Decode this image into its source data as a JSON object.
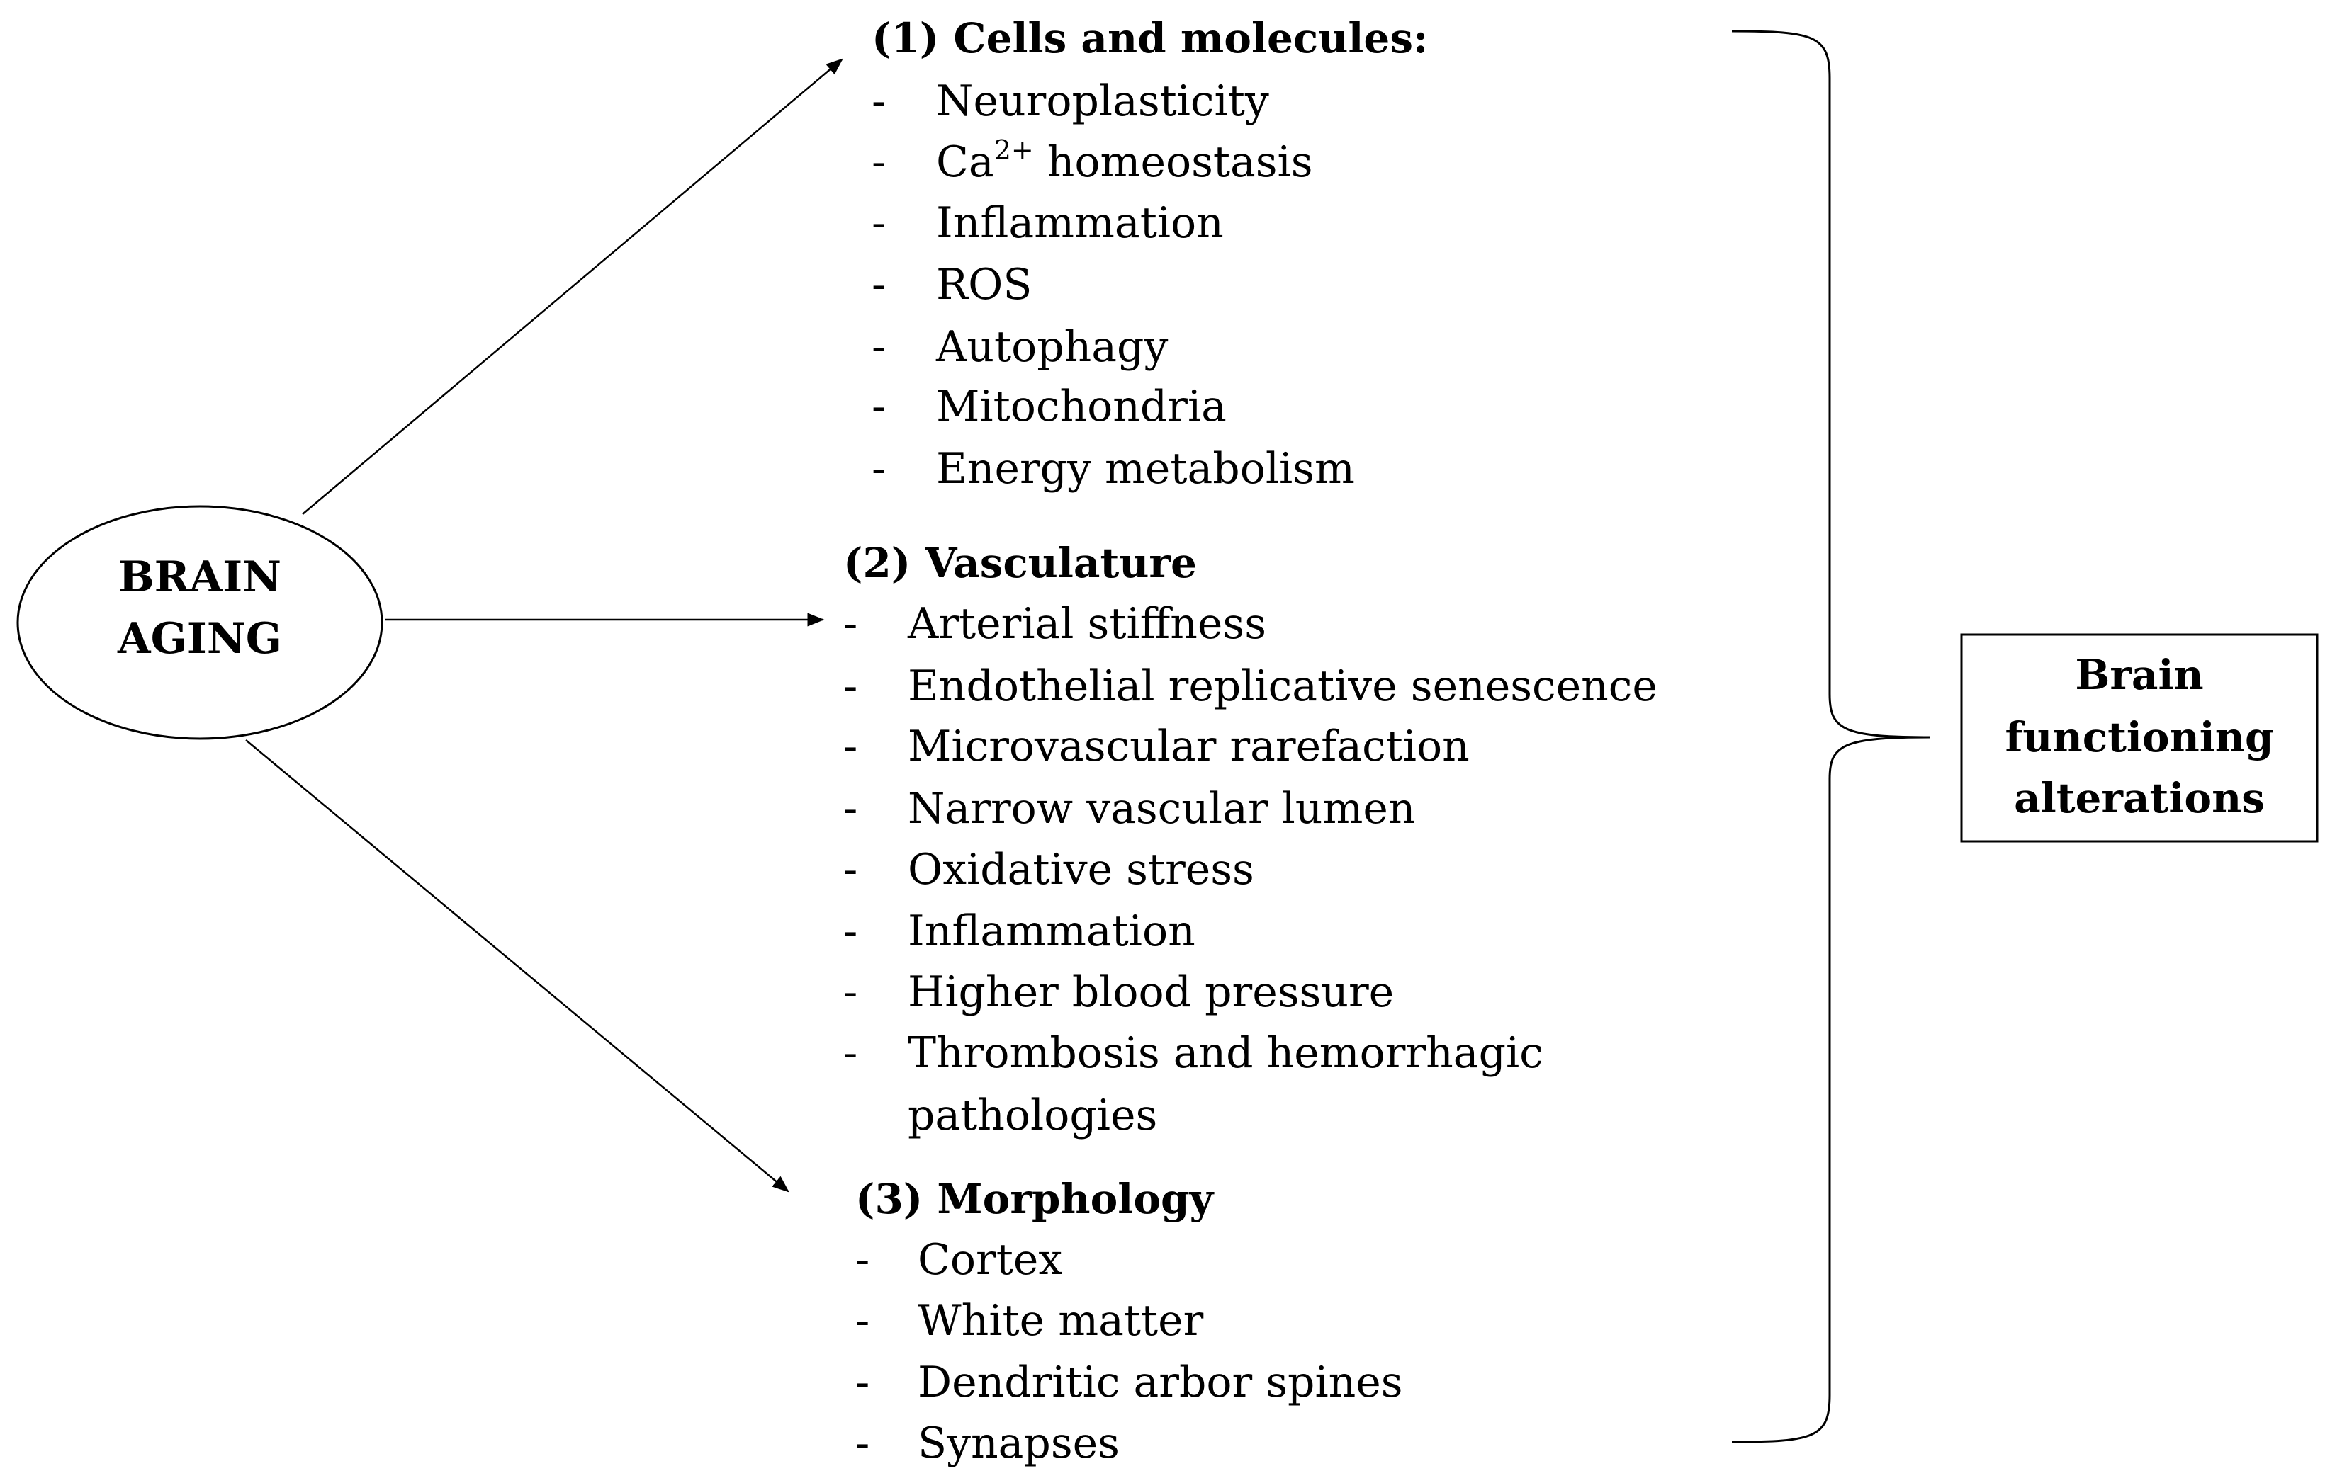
{
  "center": {
    "lines": [
      "BRAIN",
      "AGING"
    ]
  },
  "groups": [
    {
      "title": "(1) Cells and molecules:",
      "items": [
        "Neuroplasticity",
        "Ca",
        "Inflammation",
        "ROS",
        "Autophagy",
        "Mitochondria",
        "Energy metabolism"
      ],
      "ca_sup": "2+",
      "ca_rest": " homeostasis"
    },
    {
      "title": "(2) Vasculature",
      "items": [
        "Arterial stiffness",
        "Endothelial replicative senescence",
        "Microvascular rarefaction",
        "Narrow vascular lumen",
        "Oxidative stress",
        "Inflammation",
        "Higher blood pressure",
        "Thrombosis and hemorrhagic",
        "pathologies"
      ]
    },
    {
      "title": "(3) Morphology",
      "items": [
        "Cortex",
        "White matter",
        "Dendritic arbor spines",
        "Synapses"
      ]
    }
  ],
  "dash": "-",
  "outcome": {
    "lines": [
      "Brain",
      "functioning",
      "alterations"
    ]
  }
}
